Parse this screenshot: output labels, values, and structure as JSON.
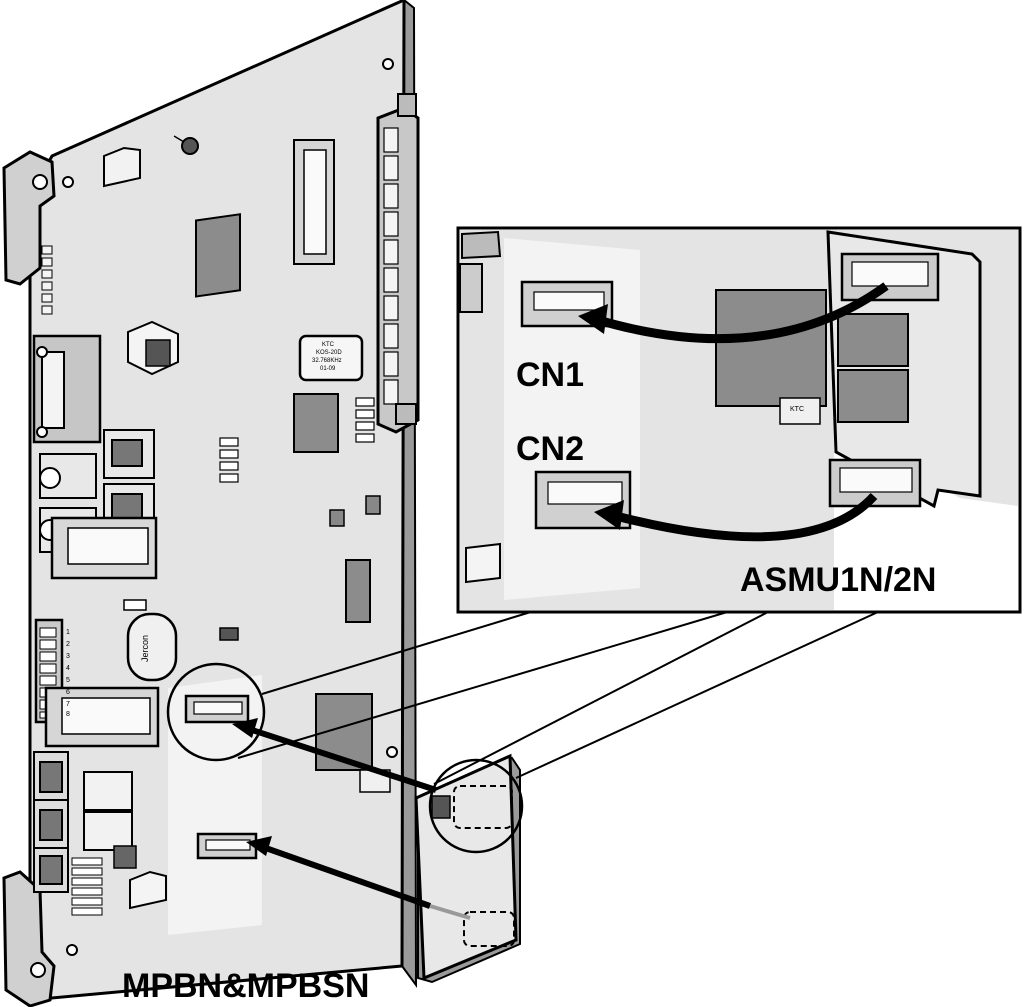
{
  "labels": {
    "cn1": "CN1",
    "cn2": "CN2",
    "module": "ASMU1N/2N",
    "board": "MPBN&MPBSN"
  },
  "chip_markings": {
    "oscillator": [
      "KTC",
      "KOS-20D",
      "32.768KHz",
      "01-09"
    ],
    "small_chip": "KTC",
    "capacitor": "Jercon",
    "dip_switch_numbers": [
      "1",
      "2",
      "3",
      "4",
      "5",
      "6",
      "7",
      "8"
    ]
  },
  "colors": {
    "board": "#e4e4e4",
    "board_shadow": "#bdbdbd",
    "outline": "#000000",
    "chip": "#8c8c8c",
    "background": "#ffffff"
  }
}
